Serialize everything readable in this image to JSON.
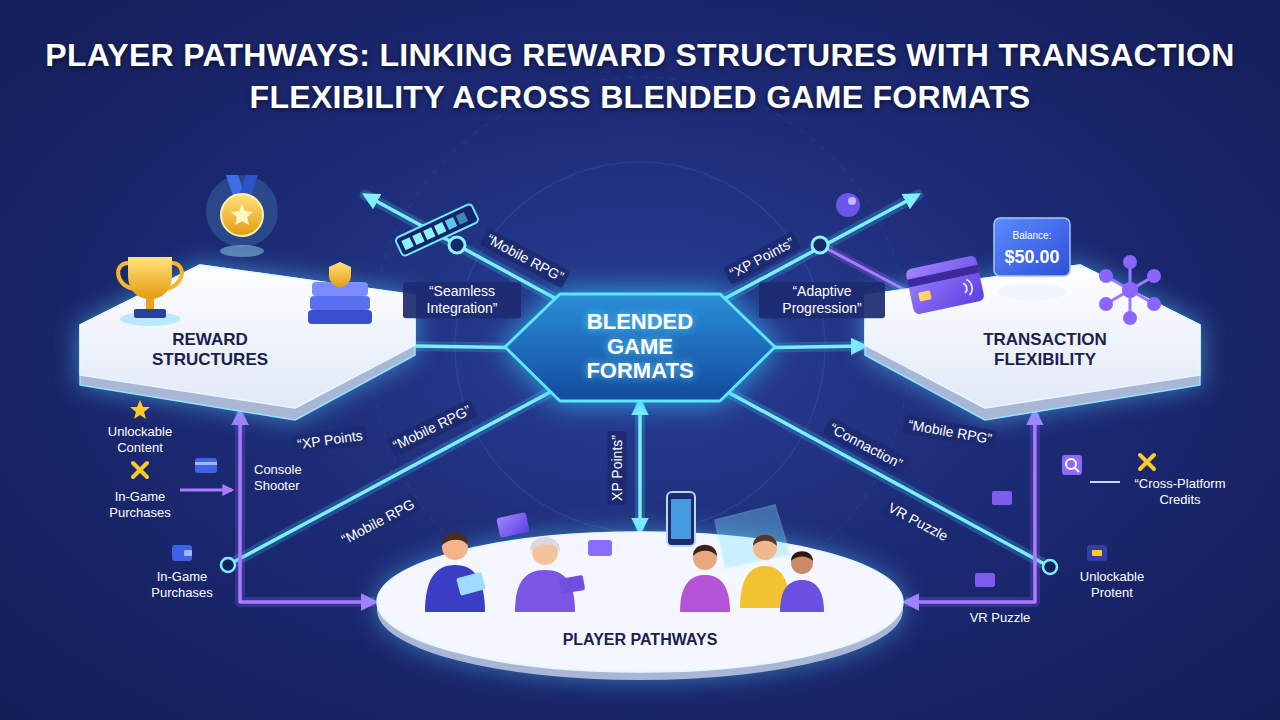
{
  "diagram": {
    "title": "PLAYER PATHWAYS: LINKING REWARD STRUCTURES WITH TRANSACTION FLEXIBILITY ACROSS BLENDED GAME FORMATS",
    "nodes": [
      {
        "text": [
          "REWARD STRUCTURES"
        ]
      },
      {
        "text": [
          "BLENDED GAME FORMATS"
        ]
      },
      {
        "text": [
          "TRANSACTION FLEXIBILITY"
        ]
      },
      {
        "text": [
          "PLAYER PATHWAYS"
        ]
      }
    ],
    "edges": [
      {
        "from": 0,
        "to": 1,
        "arrow": "none",
        "label": "“Seamless Integration”"
      },
      {
        "from": 1,
        "to": 2,
        "arrow": "to",
        "label": "“Adaptive Progression”"
      },
      {
        "from": 1,
        "to": 3,
        "arrow": "both",
        "label": "XP Points”"
      },
      {
        "from": 0,
        "to": 3,
        "arrow": "both"
      },
      {
        "from": 2,
        "to": 3,
        "arrow": "both"
      }
    ],
    "labels": [
      "“Mobile RPG”",
      "“XP Points”",
      "“XP Points",
      "“Mobile RPG”",
      "“Mobile RPG",
      "“Connaction”",
      "VR Puzzle",
      "“Mobile RPG”",
      "Unlockable Content",
      "In-Game Purchases",
      "Console Shooter",
      "In-Game Purchases",
      "“Cross-Platform Credits",
      "Unlockable Protent",
      "VR Puzzle",
      "Balance:",
      "$50.00"
    ]
  }
}
